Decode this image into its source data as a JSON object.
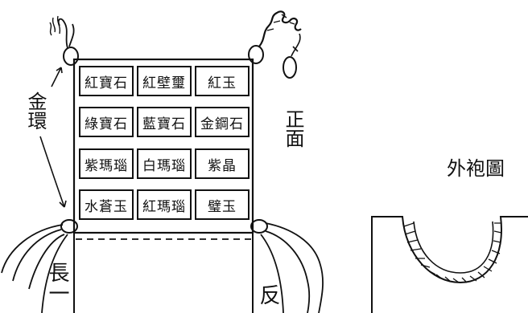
{
  "labels": {
    "gold_ring": "金環",
    "front": "正面",
    "outer_robe_figure": "外袍圖",
    "long_bottom_left": "長一",
    "reverse_bottom_right": "反"
  },
  "stones": [
    [
      "紅寶石",
      "紅壁璽",
      "紅玉"
    ],
    [
      "綠寶石",
      "藍寶石",
      "金鋼石"
    ],
    [
      "紫瑪瑙",
      "白瑪瑙",
      "紫晶"
    ],
    [
      "水蒼玉",
      "紅瑪瑙",
      "璧玉"
    ]
  ]
}
